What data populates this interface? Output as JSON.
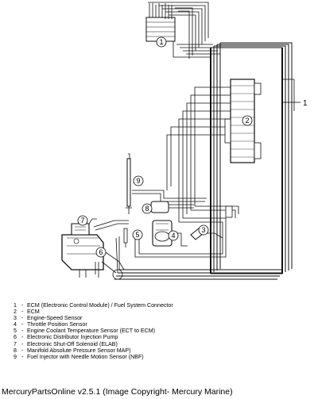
{
  "diagram": {
    "callouts": [
      "1",
      "2",
      "3",
      "4",
      "5",
      "6",
      "7",
      "8",
      "9"
    ]
  },
  "legend": {
    "items": [
      {
        "num": "1",
        "text": "ECM (Electronic Control Module) / Fuel System Connector"
      },
      {
        "num": "2",
        "text": "ECM"
      },
      {
        "num": "3",
        "text": "Engine-Speed Sensor"
      },
      {
        "num": "4",
        "text": "Throttle Position Sensor"
      },
      {
        "num": "5",
        "text": "Engine Coolant Temperature Sensor (ECT to ECM)"
      },
      {
        "num": "6",
        "text": "Electronic Distributor Injection Pump"
      },
      {
        "num": "7",
        "text": "Electronic Shut-Off Solenoid (ELAB)"
      },
      {
        "num": "8",
        "text": "Manifold Absolute Pressure Sensor MAP)"
      },
      {
        "num": "9",
        "text": "Fuel Injector with Needle Motion Sensor (NBF)"
      }
    ]
  },
  "footer": {
    "text": "MercuryPartsOnline v2.5.1 (Image Copyright- Mercury Marine)"
  }
}
